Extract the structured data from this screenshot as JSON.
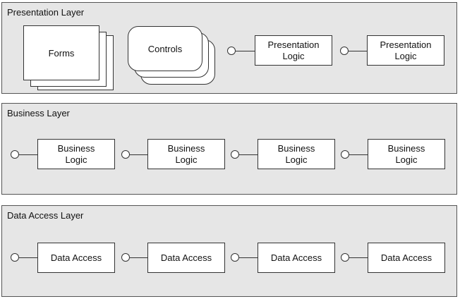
{
  "layers": {
    "presentation": {
      "title": "Presentation Layer",
      "forms_label": "Forms",
      "controls_label": "Controls",
      "logic_boxes": [
        "Presentation\nLogic",
        "Presentation\nLogic"
      ]
    },
    "business": {
      "title": "Business Layer",
      "boxes": [
        "Business\nLogic",
        "Business\nLogic",
        "Business\nLogic",
        "Business\nLogic"
      ]
    },
    "data_access": {
      "title": "Data Access Layer",
      "boxes": [
        "Data Access",
        "Data Access",
        "Data Access",
        "Data Access"
      ]
    }
  },
  "colors": {
    "layer_fill": "#e6e6e6",
    "layer_border": "#555555",
    "box_fill": "#ffffff",
    "stroke": "#333333"
  }
}
